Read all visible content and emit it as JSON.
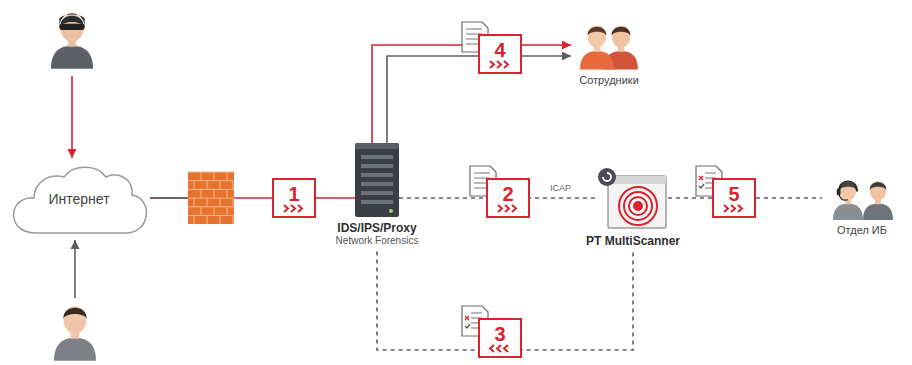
{
  "diagram": {
    "nodes": [
      {
        "text": [
          "Интернет"
        ]
      },
      {
        "text": [
          "IDS/IPS/Proxy",
          "Network Forensics"
        ]
      },
      {
        "text": [
          "Сотрудники"
        ]
      },
      {
        "text": [
          "PT MultiScanner"
        ]
      },
      {
        "text": [
          "Отдел ИБ"
        ]
      }
    ],
    "edges": [
      {
        "from": 0,
        "to": 1,
        "arrow": "none"
      },
      {
        "from": 1,
        "to": 2,
        "arrow": "to"
      },
      {
        "from": 1,
        "to": 3,
        "label": "ICAP",
        "arrow": "none"
      },
      {
        "from": 3,
        "to": 1,
        "arrow": "none"
      },
      {
        "from": 3,
        "to": 4,
        "arrow": "none"
      }
    ],
    "labels": [
      "1",
      "2",
      "3",
      "4",
      "5"
    ]
  }
}
